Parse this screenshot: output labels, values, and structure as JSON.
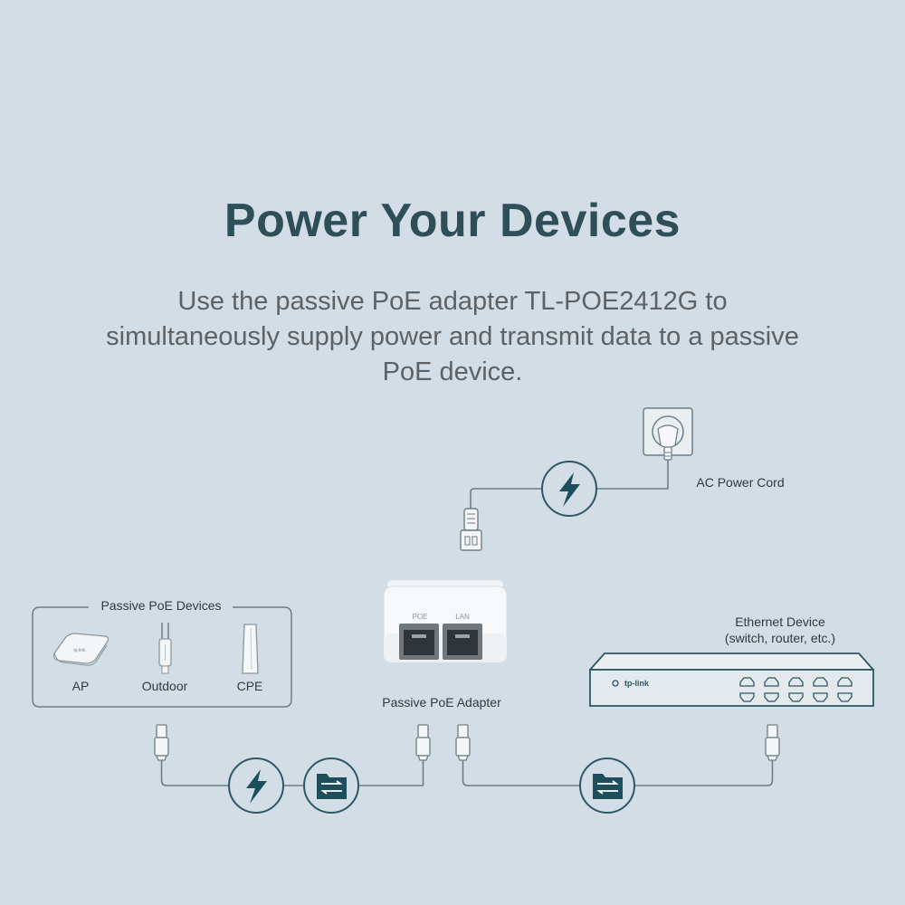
{
  "headline": "Power Your Devices",
  "subtitle": "Use the passive PoE adapter TL-POE2412G to simultaneously supply power and transmit data to a passive PoE device.",
  "diagram": {
    "ac_power_cord": "AC Power Cord",
    "passive_poe_devices_title": "Passive PoE Devices",
    "devices": [
      "AP",
      "Outdoor",
      "CPE"
    ],
    "adapter": {
      "label": "Passive PoE Adapter",
      "port_poe": "POE",
      "port_lan": "LAN"
    },
    "ethernet_device": {
      "line1": "Ethernet Device",
      "line2": "(switch, router, etc.)",
      "brand": "tp-link"
    }
  },
  "colors": {
    "background": "#d3dde5",
    "accent": "#1e4e5c",
    "headline": "#2f4f58",
    "body_text": "#5e6265",
    "line": "#6d7f86"
  }
}
